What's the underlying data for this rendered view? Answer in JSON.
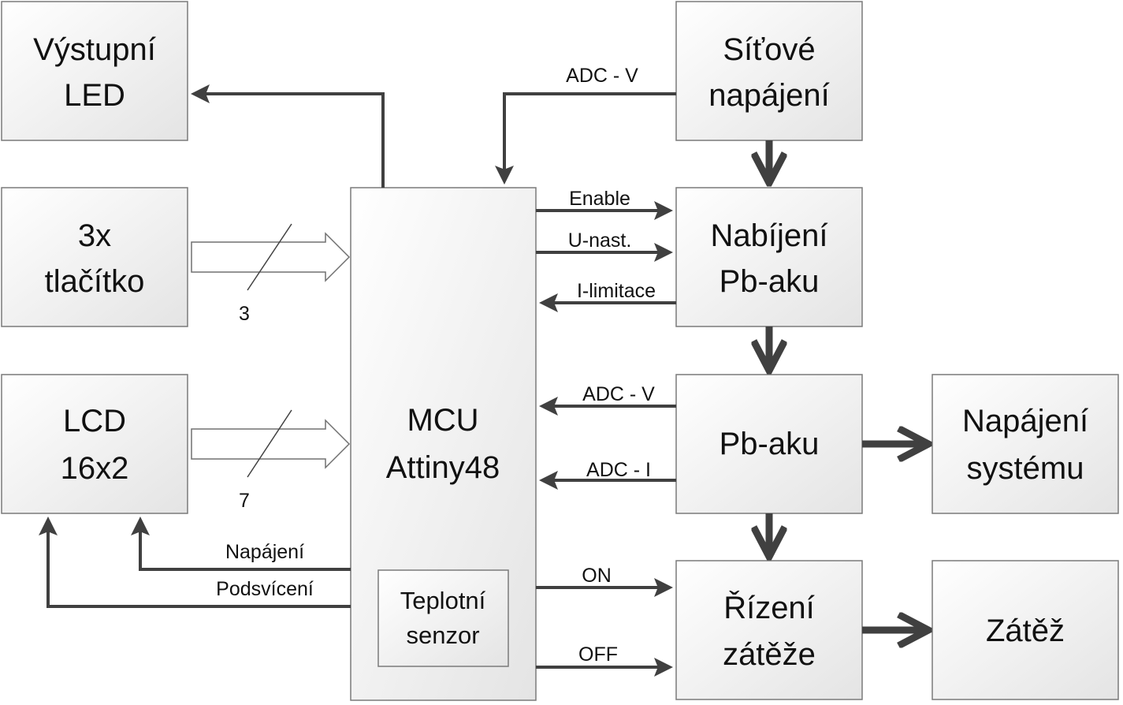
{
  "blocks": {
    "vystupni_led": [
      "Výstupní",
      "LED"
    ],
    "tlacitko": [
      "3x",
      "tlačítko"
    ],
    "lcd": [
      "LCD",
      "16x2"
    ],
    "mcu": [
      "MCU",
      "Attiny48"
    ],
    "teplotni_senzor": [
      "Teplotní",
      "senzor"
    ],
    "sitove_napajeni": [
      "Síťové",
      "napájení"
    ],
    "nabijeni": [
      "Nabíjení",
      "Pb-aku"
    ],
    "pb_aku": [
      "Pb-aku"
    ],
    "rizeni_zateze": [
      "Řízení",
      "zátěže"
    ],
    "napajeni_systemu": [
      "Napájení",
      "systému"
    ],
    "zatez": [
      "Zátěž"
    ]
  },
  "signals": {
    "adc_v_top": "ADC - V",
    "enable": "Enable",
    "u_nast": "U-nast.",
    "i_limitace": "I-limitace",
    "adc_v": "ADC - V",
    "adc_i": "ADC - I",
    "on": "ON",
    "off": "OFF",
    "napajeni": "Napájení",
    "podsviceni": "Podsvícení"
  },
  "bus_widths": {
    "buttons": "3",
    "lcd": "7"
  }
}
